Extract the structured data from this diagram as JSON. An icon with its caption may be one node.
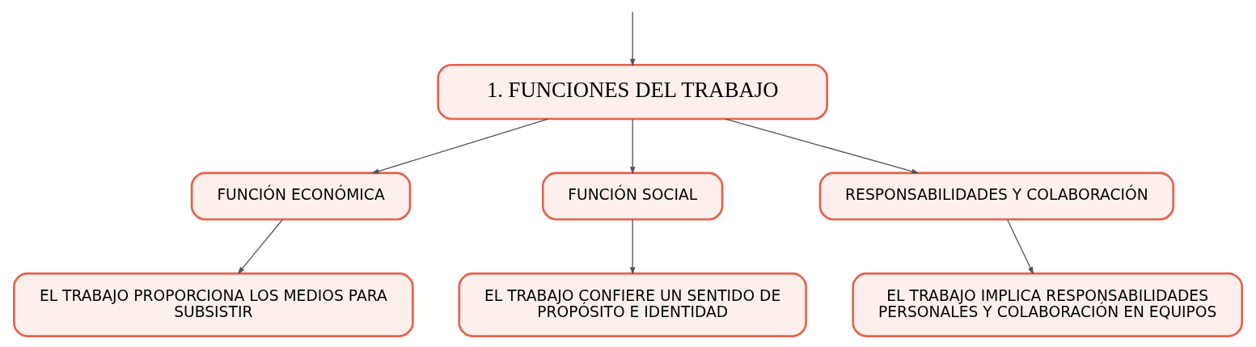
{
  "diagram": {
    "nodes": [
      {
        "text": [
          "1. FUNCIONES DEL TRABAJO"
        ]
      },
      {
        "text": [
          "FUNCIÓN ECONÓMICA"
        ]
      },
      {
        "text": [
          "FUNCIÓN SOCIAL"
        ]
      },
      {
        "text": [
          "RESPONSABILIDADES Y COLABORACIÓN"
        ]
      },
      {
        "text": [
          "EL TRABAJO PROPORCIONA LOS MEDIOS PARA SUBSISTIR"
        ]
      },
      {
        "text": [
          "EL TRABAJO CONFIERE UN SENTIDO DE PROPÓSITO E IDENTIDAD"
        ]
      },
      {
        "text": [
          "EL TRABAJO IMPLICA RESPONSABILIDADES PERSONALES Y COLABORACIÓN EN EQUIPOS"
        ]
      }
    ],
    "edges": [
      {
        "from": null,
        "to": 0,
        "arrow": "to"
      },
      {
        "from": 0,
        "to": 1,
        "arrow": "to"
      },
      {
        "from": 0,
        "to": 2,
        "arrow": "to"
      },
      {
        "from": 0,
        "to": 3,
        "arrow": "to"
      },
      {
        "from": 1,
        "to": 4,
        "arrow": "to"
      },
      {
        "from": 2,
        "to": 5,
        "arrow": "to"
      },
      {
        "from": 3,
        "to": 6,
        "arrow": "to"
      }
    ]
  }
}
